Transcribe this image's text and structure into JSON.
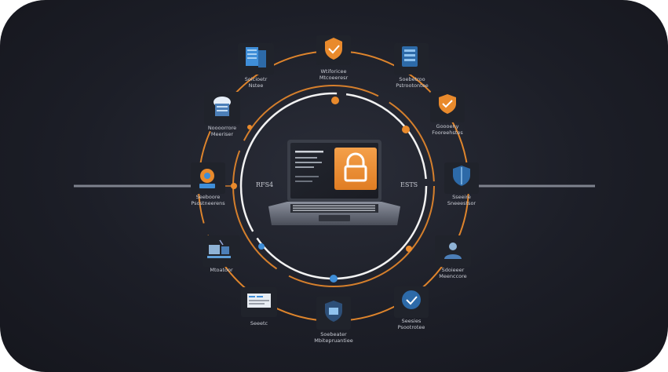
{
  "diagram": {
    "center_left_text": "RFS4",
    "center_right_text": "ESTS",
    "nodes": [
      {
        "id": "top",
        "label": "Wtiforicee Mtcoeeresr",
        "icon": "shield-check-icon",
        "icon_color": "#e98a2c"
      },
      {
        "id": "top-left",
        "label": "Soicioetr Nstee",
        "icon": "server-icon",
        "icon_color": "#3f8ed8"
      },
      {
        "id": "top-right",
        "label": "Soebetroo Pstrootontee",
        "icon": "database-icon",
        "icon_color": "#3f8ed8"
      },
      {
        "id": "upper-left",
        "label": "Noooorrore Meeriser",
        "icon": "cloud-storage-icon",
        "icon_color": "#5f9fd8"
      },
      {
        "id": "upper-right",
        "label": "Goooeny Fooreehstes",
        "icon": "shield-check-icon",
        "icon_color": "#e98a2c"
      },
      {
        "id": "left",
        "label": "Seeboore Psostneerens",
        "icon": "network-node-icon",
        "icon_color": "#e98a2c"
      },
      {
        "id": "right",
        "label": "Sseeire Sneeestsor",
        "icon": "shield-icon",
        "icon_color": "#3f8ed8"
      },
      {
        "id": "lower-left",
        "label": "Mtoatoor",
        "icon": "users-network-icon",
        "icon_color": "#5f9fd8"
      },
      {
        "id": "lower-right",
        "label": "Sdoieeer Meenccore",
        "icon": "user-cloud-icon",
        "icon_color": "#5f9fd8"
      },
      {
        "id": "bottom-left",
        "label": "Seeetc",
        "icon": "dashboard-icon",
        "icon_color": "#8fb3d6"
      },
      {
        "id": "bottom",
        "label": "Soebeater Mbitepruantiee",
        "icon": "shield-monitor-icon",
        "icon_color": "#3f8ed8"
      },
      {
        "id": "bottom-right",
        "label": "Seesies Psootrotee",
        "icon": "shield-check-icon",
        "icon_color": "#3f8ed8"
      }
    ]
  },
  "colors": {
    "accent": "#e98a2c",
    "inner_ring": "#f2f2f2",
    "background": "#1c1e27"
  }
}
